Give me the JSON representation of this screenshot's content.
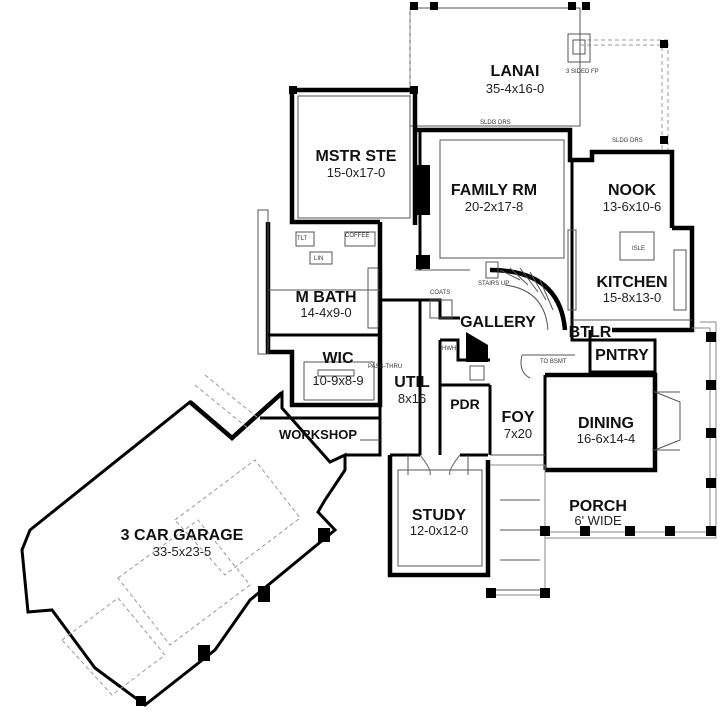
{
  "rooms": {
    "lanai": {
      "name": "LANAI",
      "dim": "35-4x16-0"
    },
    "mstr_ste": {
      "name": "MSTR STE",
      "dim": "15-0x17-0"
    },
    "family_rm": {
      "name": "FAMILY RM",
      "dim": "20-2x17-8"
    },
    "nook": {
      "name": "NOOK",
      "dim": "13-6x10-6"
    },
    "kitchen": {
      "name": "KITCHEN",
      "dim": "15-8x13-0"
    },
    "m_bath": {
      "name": "M BATH",
      "dim": "14-4x9-0"
    },
    "wic": {
      "name": "WIC",
      "dim": "10-9x8-9"
    },
    "gallery": {
      "name": "GALLERY"
    },
    "btlr": {
      "name": "BTLR"
    },
    "pntry": {
      "name": "PNTRY"
    },
    "util": {
      "name": "UTIL",
      "dim": "8x16"
    },
    "pdr": {
      "name": "PDR"
    },
    "foy": {
      "name": "FOY",
      "dim": "7x20"
    },
    "dining": {
      "name": "DINING",
      "dim": "16-6x14-4"
    },
    "workshop": {
      "name": "WORKSHOP"
    },
    "garage": {
      "name": "3 CAR GARAGE",
      "dim": "33-5x23-5"
    },
    "study": {
      "name": "STUDY",
      "dim": "12-0x12-0"
    },
    "porch": {
      "name": "PORCH",
      "dim": "6' WIDE"
    }
  },
  "labels": {
    "three_sided_fp": "3 SIDED FP",
    "sldg_drs_1": "SLDG DRS",
    "sldg_drs_2": "SLDG DRS",
    "coffee": "COFFEE",
    "tlt": "TLT",
    "lin": "LIN",
    "coats": "COATS",
    "stairs_up": "STAIRS UP",
    "to_bsmt": "TO BSMT",
    "pass_thru": "PASS-THRU",
    "island": "ISLE",
    "hwh": "HWH"
  }
}
